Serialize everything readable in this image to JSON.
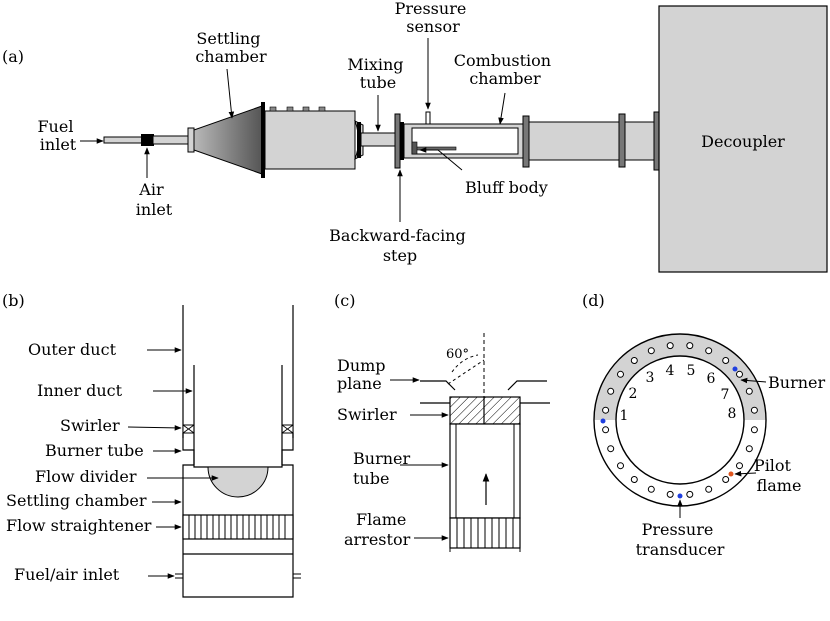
{
  "panel_a": {
    "tag": "(a)",
    "pressure_sensor": [
      "Pressure",
      "sensor"
    ],
    "settling_chamber": [
      "Settling",
      "chamber"
    ],
    "mixing_tube": [
      "Mixing",
      "tube"
    ],
    "combustion_chamber": [
      "Combustion",
      "chamber"
    ],
    "fuel_inlet": [
      "Fuel",
      "inlet"
    ],
    "air_inlet": [
      "Air",
      "inlet"
    ],
    "decoupler": "Decoupler",
    "bluff_body": "Bluff body",
    "backward_step": [
      "Backward-facing",
      "step"
    ]
  },
  "panel_b": {
    "tag": "(b)",
    "outer_duct": "Outer duct",
    "inner_duct": "Inner duct",
    "swirler": "Swirler",
    "burner_tube": "Burner tube",
    "flow_divider": "Flow divider",
    "settling_chamber": "Settling chamber",
    "flow_straightener": "Flow straightener",
    "fuel_air_inlet": "Fuel/air inlet"
  },
  "panel_c": {
    "tag": "(c)",
    "angle": "60°",
    "dump_plane": [
      "Dump",
      "plane"
    ],
    "swirler": "Swirler",
    "burner_tube": [
      "Burner",
      "tube"
    ],
    "flame_arrestor": [
      "Flame",
      "arrestor"
    ]
  },
  "panel_d": {
    "tag": "(d)",
    "numbers": [
      "1",
      "2",
      "3",
      "4",
      "5",
      "6",
      "7",
      "8"
    ],
    "burner": "Burner",
    "pilot_flame": [
      "Pilot",
      "flame"
    ],
    "pressure_transducer": [
      "Pressure",
      "transducer"
    ],
    "colors": {
      "band": "#d3d3d3",
      "transducer": "#1f3fe0",
      "pilot": "#e0561f"
    }
  }
}
